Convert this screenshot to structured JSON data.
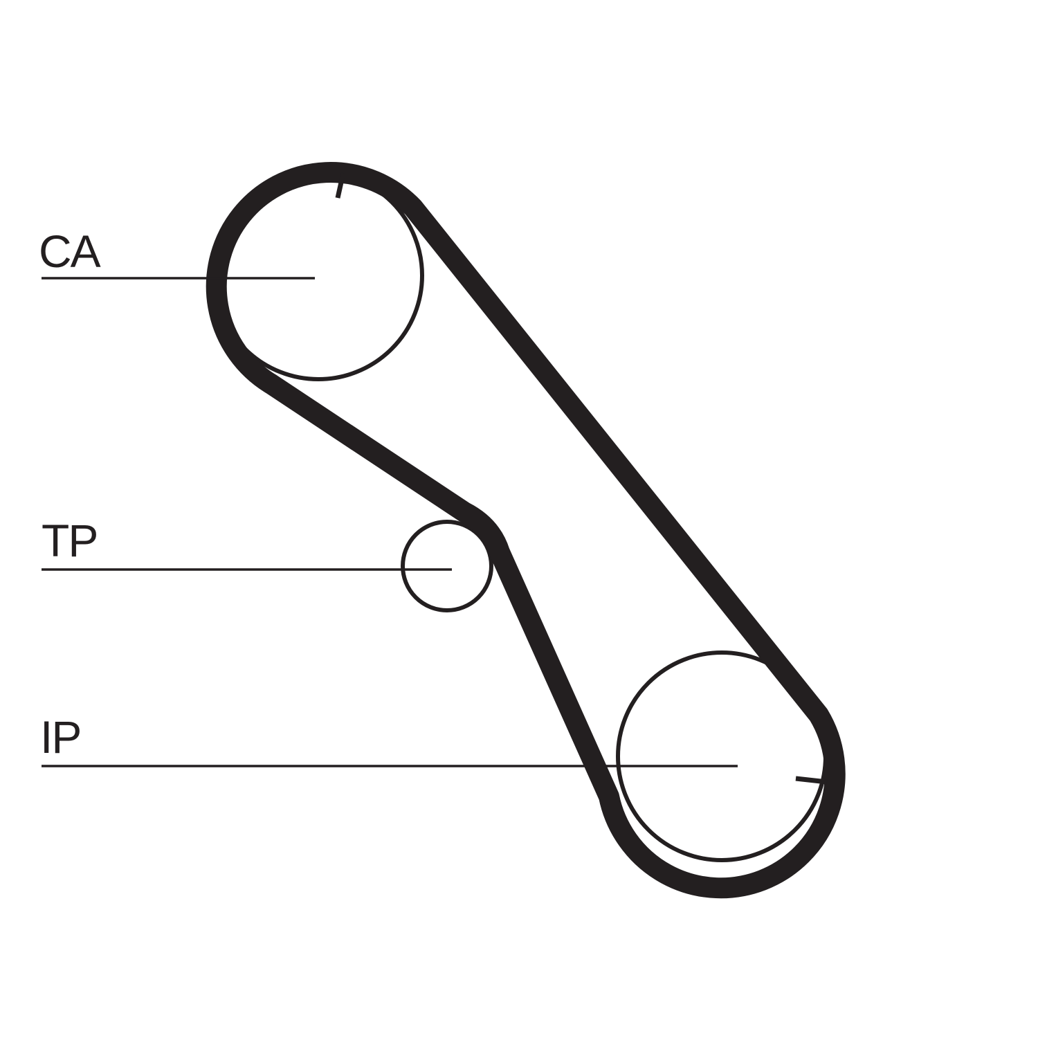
{
  "labels": {
    "camshaft": "CA",
    "tensioner": "TP",
    "injection_pump": "IP"
  },
  "colors": {
    "ink": "#231f20",
    "background": "#ffffff"
  }
}
